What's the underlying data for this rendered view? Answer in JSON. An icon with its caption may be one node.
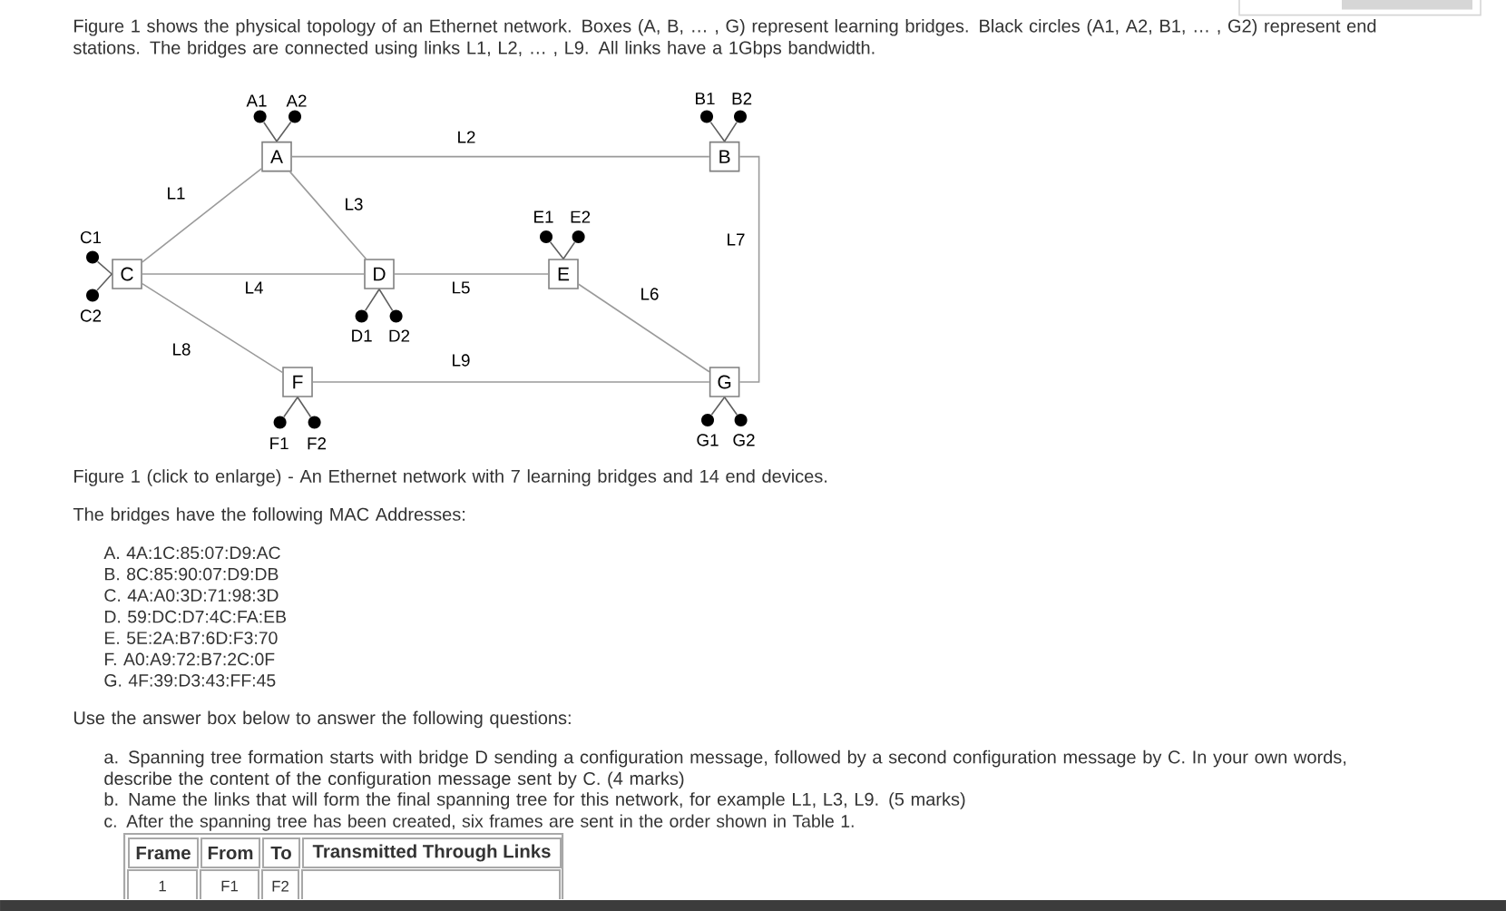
{
  "diagram": {
    "caption": "Figure 1 (click to enlarge) - An Ethernet network with 7 learning bridges and 14 end devices.",
    "nodes": [
      {
        "text": [
          "A"
        ]
      },
      {
        "text": [
          "B"
        ]
      },
      {
        "text": [
          "C"
        ]
      },
      {
        "text": [
          "D"
        ]
      },
      {
        "text": [
          "E"
        ]
      },
      {
        "text": [
          "F"
        ]
      },
      {
        "text": [
          "G"
        ]
      },
      {
        "text": [],
        "shape": "circle",
        "beside": [
          "A1"
        ]
      },
      {
        "text": [],
        "shape": "circle",
        "beside": [
          "A2"
        ]
      },
      {
        "text": [],
        "shape": "circle",
        "beside": [
          "B1"
        ]
      },
      {
        "text": [],
        "shape": "circle",
        "beside": [
          "B2"
        ]
      },
      {
        "text": [],
        "shape": "circle",
        "beside": [
          "C1"
        ]
      },
      {
        "text": [],
        "shape": "circle",
        "beside": [
          "C2"
        ]
      },
      {
        "text": [],
        "shape": "circle",
        "beside": [
          "D1"
        ]
      },
      {
        "text": [],
        "shape": "circle",
        "beside": [
          "D2"
        ]
      },
      {
        "text": [],
        "shape": "circle",
        "beside": [
          "E1"
        ]
      },
      {
        "text": [],
        "shape": "circle",
        "beside": [
          "E2"
        ]
      },
      {
        "text": [],
        "shape": "circle",
        "beside": [
          "F1"
        ]
      },
      {
        "text": [],
        "shape": "circle",
        "beside": [
          "F2"
        ]
      },
      {
        "text": [],
        "shape": "circle",
        "beside": [
          "G1"
        ]
      },
      {
        "text": [],
        "shape": "circle",
        "beside": [
          "G2"
        ]
      }
    ],
    "edges": [
      {
        "from": 0,
        "to": 2,
        "arrow": "none",
        "label": "L1",
        "color": "#9a9a9a"
      },
      {
        "from": 0,
        "to": 1,
        "arrow": "none",
        "label": "L2",
        "color": "#9a9a9a"
      },
      {
        "from": 0,
        "to": 3,
        "arrow": "none",
        "label": "L3",
        "color": "#9a9a9a"
      },
      {
        "from": 2,
        "to": 3,
        "arrow": "none",
        "label": "L4",
        "color": "#9a9a9a"
      },
      {
        "from": 3,
        "to": 4,
        "arrow": "none",
        "label": "L5",
        "color": "#9a9a9a"
      },
      {
        "from": 4,
        "to": 6,
        "arrow": "none",
        "label": "L6",
        "color": "#9a9a9a"
      },
      {
        "from": 1,
        "to": 6,
        "arrow": "none",
        "label": "L7",
        "color": "#9a9a9a"
      },
      {
        "from": 2,
        "to": 5,
        "arrow": "none",
        "label": "L8",
        "color": "#9a9a9a"
      },
      {
        "from": 5,
        "to": 6,
        "arrow": "none",
        "label": "L9",
        "color": "#9a9a9a"
      },
      {
        "from": 7,
        "to": 0,
        "arrow": "none"
      },
      {
        "from": 8,
        "to": 0,
        "arrow": "none"
      },
      {
        "from": 9,
        "to": 1,
        "arrow": "none"
      },
      {
        "from": 10,
        "to": 1,
        "arrow": "none"
      },
      {
        "from": 11,
        "to": 2,
        "arrow": "none"
      },
      {
        "from": 12,
        "to": 2,
        "arrow": "none"
      },
      {
        "from": 13,
        "to": 3,
        "arrow": "none"
      },
      {
        "from": 14,
        "to": 3,
        "arrow": "none"
      },
      {
        "from": 15,
        "to": 4,
        "arrow": "none"
      },
      {
        "from": 16,
        "to": 4,
        "arrow": "none"
      },
      {
        "from": 17,
        "to": 5,
        "arrow": "none"
      },
      {
        "from": 18,
        "to": 5,
        "arrow": "none"
      },
      {
        "from": 19,
        "to": 6,
        "arrow": "none"
      },
      {
        "from": 20,
        "to": 6,
        "arrow": "none"
      }
    ],
    "labels": [
      "Figure 1 shows the physical topology of an Ethernet network. Boxes (A, B, … , G) represent learning bridges. Black circles (A1, A2, B1, … , G2) represent end stations. The bridges are connected using links L1, L2, … , L9. All links have a 1Gbps bandwidth.",
      "The bridges have the following MAC Addresses:",
      "A. 4A:1C:85:07:D9:AC",
      "B. 8C:85:90:07:D9:DB",
      "C. 4A:A0:3D:71:98:3D",
      "D. 59:DC:D7:4C:FA:EB",
      "E. 5E:2A:B7:6D:F3:70",
      "F. A0:A9:72:B7:2C:0F",
      "G. 4F:39:D3:43:FF:45",
      "Use the answer box below to answer the following questions:",
      "a. Spanning tree formation starts with bridge D sending a configuration message, followed by a second configuration message by C. In your own words, describe the content of the configuration message sent by C. (4 marks)",
      "b. Name the links that will form the final spanning tree for this network, for example L1, L3, L9. (5 marks)",
      "c. After the spanning tree has been created, six frames are sent in the order shown in Table 1.",
      "Frame",
      "From",
      "To",
      "Transmitted Through Links",
      "1",
      "F1",
      "F2"
    ]
  }
}
